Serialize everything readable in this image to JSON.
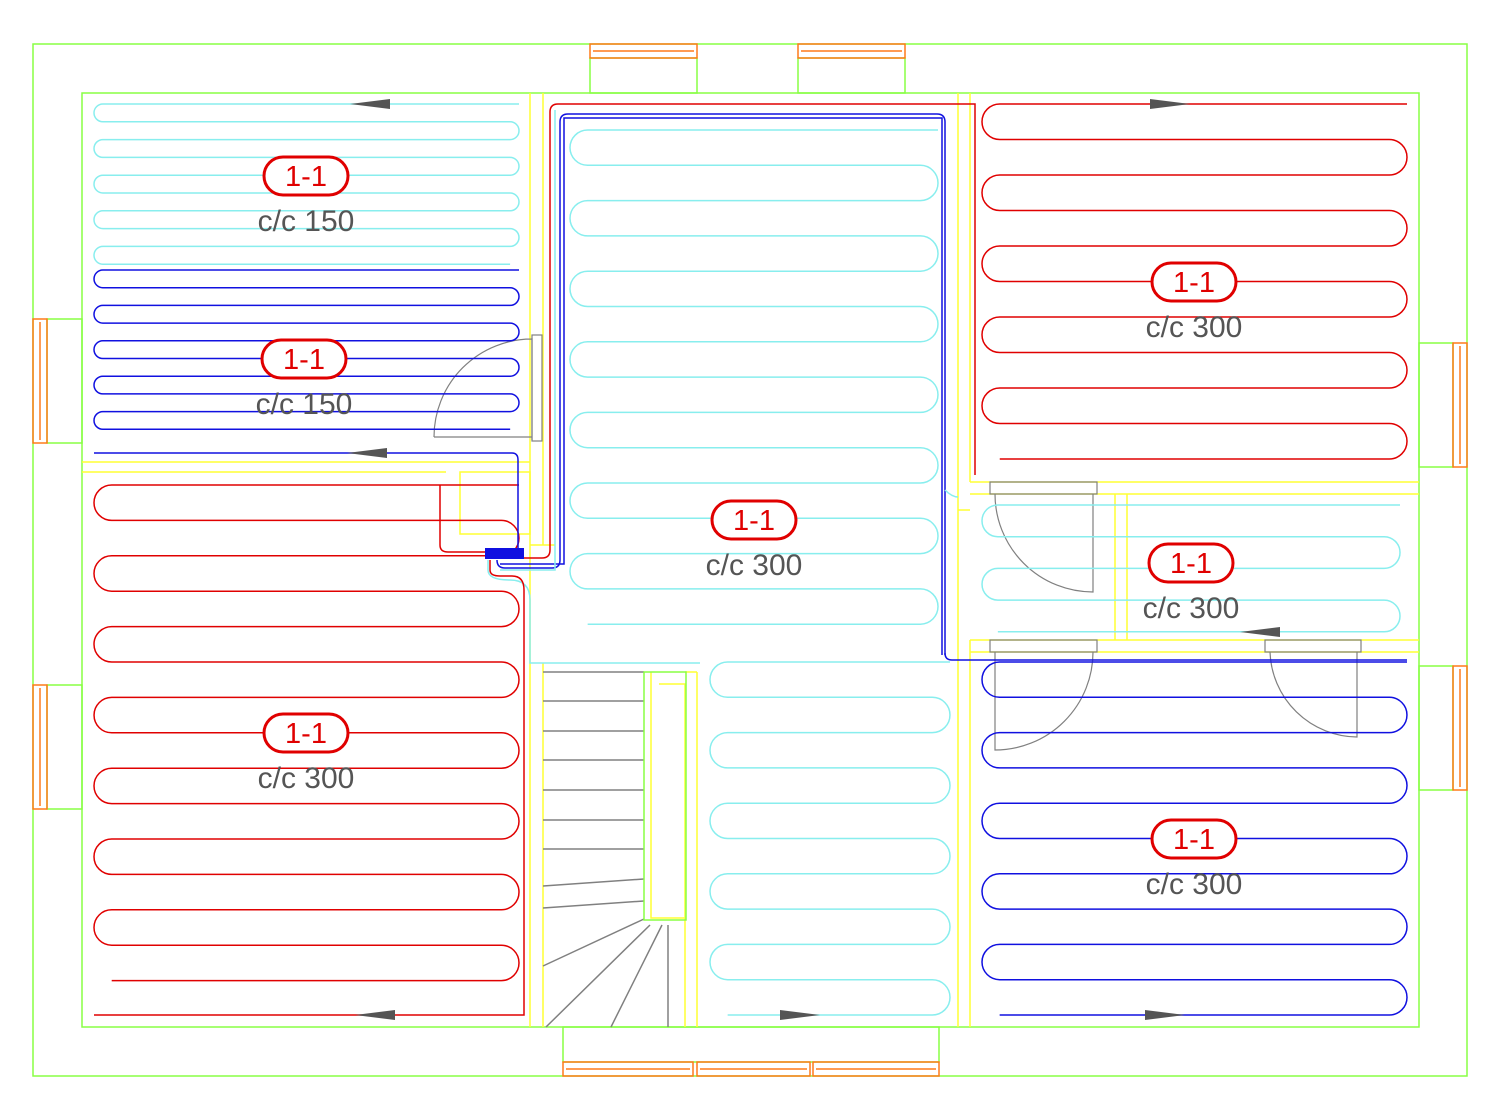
{
  "colors": {
    "wall": "#88ff44",
    "inner_wall": "#ffff33",
    "window": "#ff7a1a",
    "door": "#808080",
    "loop_red": "#e00000",
    "loop_blue": "#1010e0",
    "loop_cyan": "#88eeee",
    "label": "#e00000",
    "text": "#555555"
  },
  "zones": [
    {
      "id": "top-left",
      "circuit": "1-1",
      "spacing": "c/c 150",
      "pipe_color": "cyan"
    },
    {
      "id": "mid-left",
      "circuit": "1-1",
      "spacing": "c/c 150",
      "pipe_color": "blue"
    },
    {
      "id": "bottom-left",
      "circuit": "1-1",
      "spacing": "c/c 300",
      "pipe_color": "red"
    },
    {
      "id": "center",
      "circuit": "1-1",
      "spacing": "c/c 300",
      "pipe_color": "cyan"
    },
    {
      "id": "top-right",
      "circuit": "1-1",
      "spacing": "c/c 300",
      "pipe_color": "red"
    },
    {
      "id": "mid-right",
      "circuit": "1-1",
      "spacing": "c/c 300",
      "pipe_color": "cyan"
    },
    {
      "id": "bottom-right",
      "circuit": "1-1",
      "spacing": "c/c 300",
      "pipe_color": "blue"
    }
  ]
}
